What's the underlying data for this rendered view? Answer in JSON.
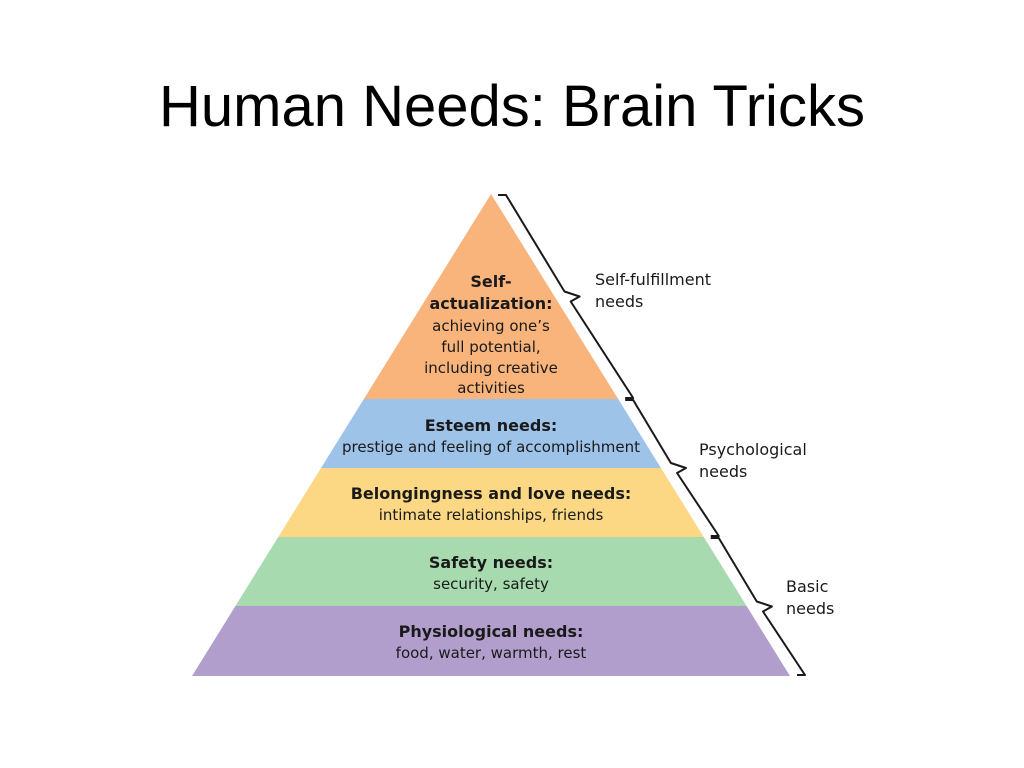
{
  "slide": {
    "title": "Human Needs: Brain Tricks"
  },
  "pyramid": {
    "levels": [
      {
        "id": "self-actualization",
        "title_lines": [
          "Self-",
          "actualization:"
        ],
        "desc_lines": [
          "achieving one’s",
          "full potential,",
          "including creative",
          "activities"
        ],
        "color": "#F9B47C"
      },
      {
        "id": "esteem",
        "title_lines": [
          "Esteem needs:"
        ],
        "desc_lines": [
          "prestige and feeling of accomplishment"
        ],
        "color": "#9DC3E9"
      },
      {
        "id": "belongingness",
        "title_lines": [
          "Belongingness and love needs:"
        ],
        "desc_lines": [
          "intimate relationships, friends"
        ],
        "color": "#FCD884"
      },
      {
        "id": "safety",
        "title_lines": [
          "Safety needs:"
        ],
        "desc_lines": [
          "security, safety"
        ],
        "color": "#A7DAAE"
      },
      {
        "id": "physiological",
        "title_lines": [
          "Physiological needs:"
        ],
        "desc_lines": [
          "food, water, warmth, rest"
        ],
        "color": "#B29ECC"
      }
    ],
    "groups": [
      {
        "id": "self-fulfillment",
        "label_lines": [
          "Self-fulfillment",
          "needs"
        ]
      },
      {
        "id": "psychological",
        "label_lines": [
          "Psychological",
          "needs"
        ]
      },
      {
        "id": "basic",
        "label_lines": [
          "Basic",
          "needs"
        ]
      }
    ]
  }
}
